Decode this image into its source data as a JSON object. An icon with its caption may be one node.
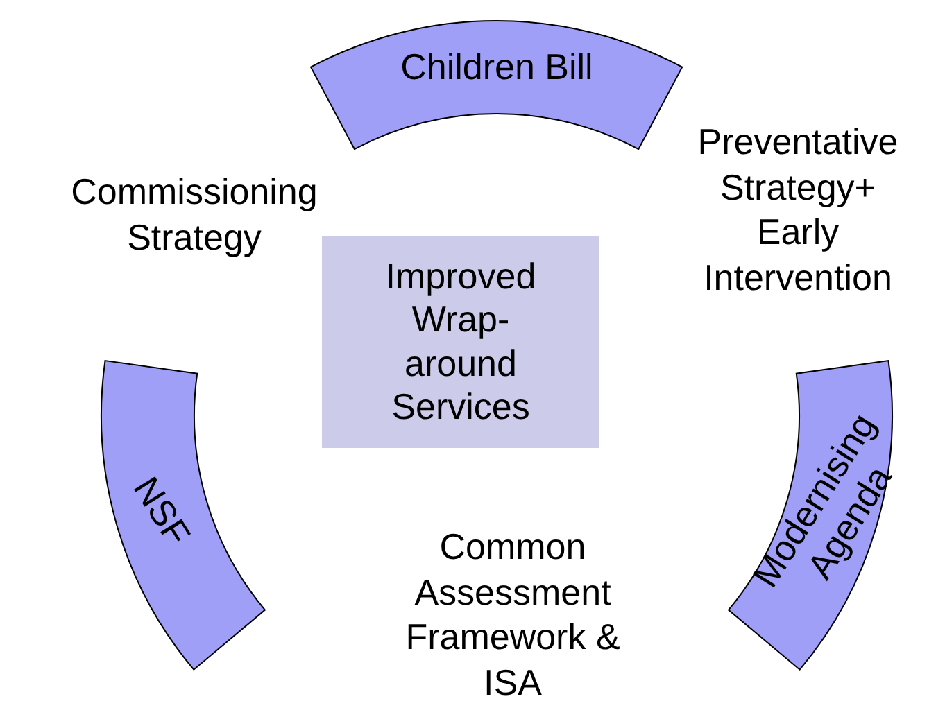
{
  "diagram": {
    "nodes": [
      {
        "text": [
          "Children Bill"
        ]
      },
      {
        "text": [
          "Commissioning Strategy"
        ]
      },
      {
        "text": [
          "Preventative Strategy+ Early Intervention"
        ]
      },
      {
        "text": [
          "Improved Wrap-around Services"
        ]
      },
      {
        "text": [
          "NSF"
        ]
      },
      {
        "text": [
          "Modernising Agenda"
        ]
      },
      {
        "text": [
          "Common Assessment Framework & ISA"
        ]
      }
    ]
  }
}
